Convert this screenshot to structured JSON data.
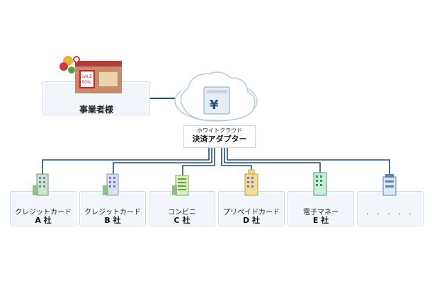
{
  "merchant": {
    "label": "事業者様"
  },
  "adapter": {
    "subtitle": "ホワイトクラウド",
    "title": "決済アダプター"
  },
  "cloud": {
    "icon": "yen-server-icon"
  },
  "recipients": [
    {
      "line1": "クレジットカード",
      "line2": "A 社",
      "icon": "building-icon"
    },
    {
      "line1": "クレジットカード",
      "line2": "B 社",
      "icon": "building-icon"
    },
    {
      "line1": "コンビニ",
      "line2": "C 社",
      "icon": "building-icon"
    },
    {
      "line1": "プリペイドカード",
      "line2": "D 社",
      "icon": "building-icon"
    },
    {
      "line1": "電子マネー",
      "line2": "E 社",
      "icon": "building-icon"
    },
    {
      "line1": ". . . . .",
      "line2": "",
      "icon": "building-icon"
    }
  ],
  "colors": {
    "line": "#1f4e79",
    "box_fill": "#f2f6fb",
    "box_border": "#cfd9e6"
  }
}
